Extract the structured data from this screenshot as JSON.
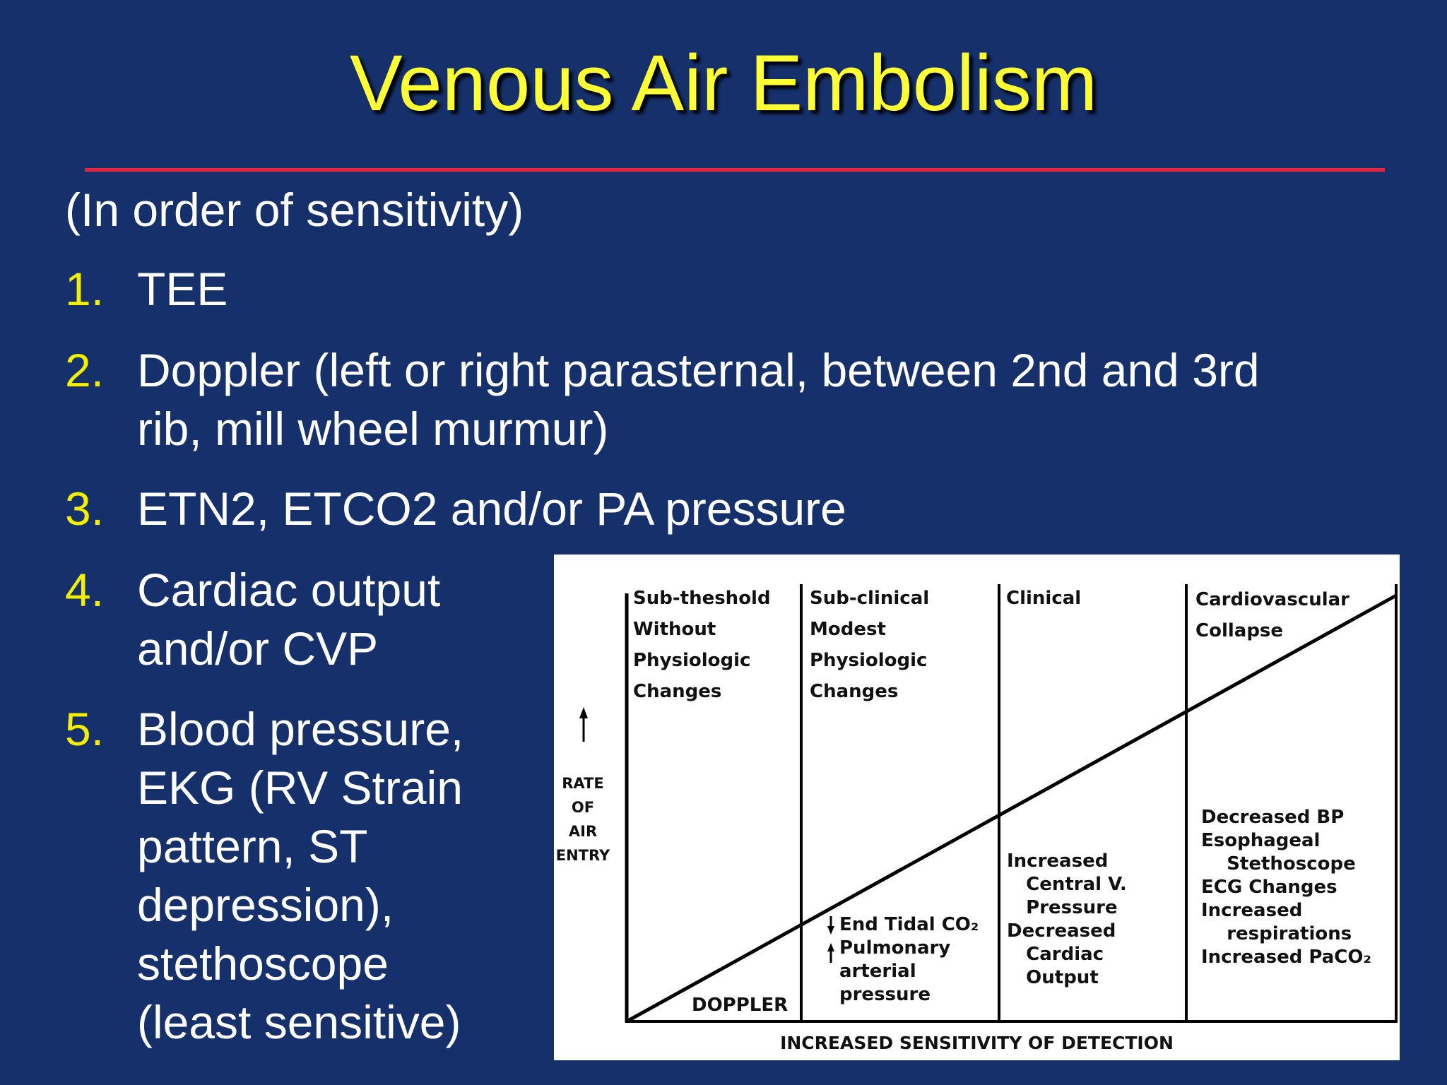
{
  "slide": {
    "title": "Venous Air Embolism",
    "subtitle": "(In order of sensitivity)",
    "items": [
      {
        "num": "1.",
        "text": "TEE"
      },
      {
        "num": "2.",
        "text": "Doppler (left or right parasternal, between 2nd and 3rd rib, mill wheel murmur)"
      },
      {
        "num": "3.",
        "text": "ETN2, ETCO2 and/or PA pressure"
      },
      {
        "num": "4.",
        "text": "Cardiac output and/or CVP"
      },
      {
        "num": "5.",
        "text": "Blood pressure, EKG (RV Strain pattern, ST depression), stethoscope (least sensitive)"
      }
    ],
    "colors": {
      "background": "#15306b",
      "title": "#ffff33",
      "rule": "#e8233b",
      "numbers": "#f2f000",
      "text": "#ffffff"
    }
  },
  "diagram": {
    "y_axis_label": "RATE\nOF\nAIR\nENTRY",
    "x_axis_label": "INCREASED SENSITIVITY OF DETECTION",
    "bands": [
      {
        "header": "Sub-theshold\nWithout\nPhysiologic\nChanges",
        "signs": "DOPPLER"
      },
      {
        "header": "Sub-clinical\nModest\nPhysiologic\nChanges",
        "signs": "End Tidal CO₂\nPulmonary\narterial\npressure"
      },
      {
        "header": "Clinical",
        "signs": "Increased\n   Central V.\n   Pressure\nDecreased\n   Cardiac\n   Output"
      },
      {
        "header": "Cardiovascular\nCollapse",
        "signs": "Decreased BP\nEsophageal\n    Stethoscope\nECG Changes\nIncreased\n    respirations\nIncreased PaCO₂"
      }
    ],
    "icons": [
      "arrow-up-icon",
      "arrow-down-icon"
    ]
  }
}
